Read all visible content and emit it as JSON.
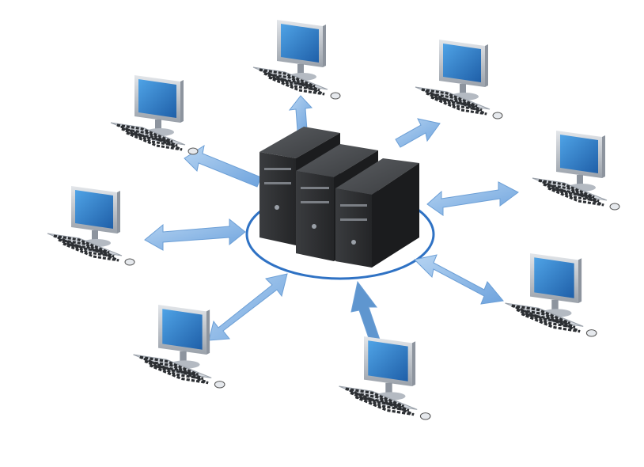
{
  "scene": {
    "subject": "server-client-network",
    "colors": {
      "background": "#ffffff",
      "screen": "#3f8fd6",
      "screen_dark": "#1f5fa8",
      "monitor_body": "#c9ced6",
      "monitor_dark": "#8d949e",
      "keyboard": "#d3d7dd",
      "key": "#2c2f33",
      "arrow": "#8db9e6",
      "arrow_dark": "#5f96cf",
      "server": "#2f3133",
      "server_side": "#1b1c1e",
      "ring": "#2f72c4"
    },
    "servers": 3,
    "workstations": 8
  }
}
